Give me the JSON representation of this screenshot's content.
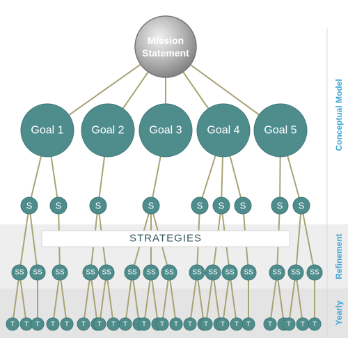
{
  "mission": {
    "line1": "Mission",
    "line2": "Statement"
  },
  "goals": [
    {
      "label": "Goal 1",
      "strategies": [
        {
          "label": "S",
          "subs": [
            {
              "label": "SS",
              "tasks": 2
            },
            {
              "label": "SS",
              "tasks": 1
            }
          ]
        },
        {
          "label": "S",
          "subs": [
            {
              "label": "SS",
              "tasks": 2
            }
          ]
        }
      ]
    },
    {
      "label": "Goal 2",
      "strategies": [
        {
          "label": "S",
          "subs": [
            {
              "label": "SS",
              "tasks": 2
            },
            {
              "label": "SS",
              "tasks": 2
            }
          ]
        }
      ]
    },
    {
      "label": "Goal 3",
      "strategies": [
        {
          "label": "S",
          "subs": [
            {
              "label": "SS",
              "tasks": 2
            },
            {
              "label": "SS",
              "tasks": 2
            },
            {
              "label": "SS",
              "tasks": 2
            }
          ]
        }
      ]
    },
    {
      "label": "Goal 4",
      "strategies": [
        {
          "label": "S",
          "subs": [
            {
              "label": "SS",
              "tasks": 2
            }
          ]
        },
        {
          "label": "S",
          "subs": [
            {
              "label": "SS",
              "tasks": 2
            },
            {
              "label": "SS",
              "tasks": 2
            }
          ]
        },
        {
          "label": "S",
          "subs": [
            {
              "label": "SS",
              "tasks": 1
            }
          ]
        }
      ]
    },
    {
      "label": "Goal 5",
      "strategies": [
        {
          "label": "S",
          "subs": [
            {
              "label": "SS",
              "tasks": 2
            }
          ]
        },
        {
          "label": "S",
          "subs": [
            {
              "label": "SS",
              "tasks": 2
            },
            {
              "label": "SS",
              "tasks": 1
            }
          ]
        }
      ]
    }
  ],
  "task_label": "T",
  "banner": "STRATEGIES",
  "side_labels": {
    "conceptual": "Conceptual Model",
    "refinement": "Refinement",
    "yearly": "Yearly"
  },
  "colors": {
    "node": "#4f8d8d",
    "line": "#a8a373",
    "accent": "#3ea6d4",
    "band": "#ececec"
  }
}
